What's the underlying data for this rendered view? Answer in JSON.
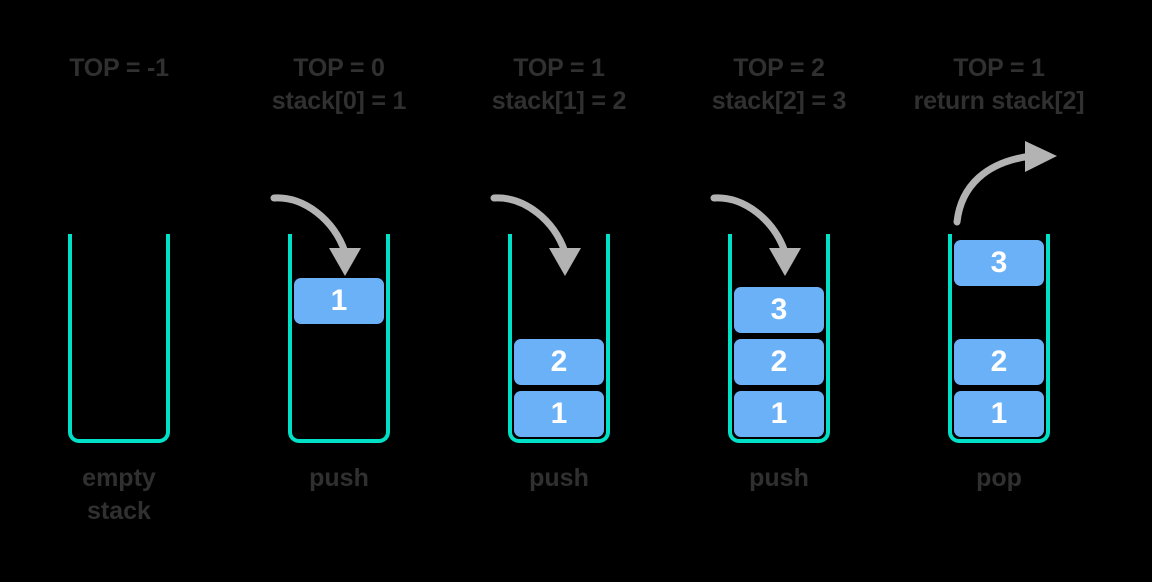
{
  "diagram": {
    "title": "Stack push and pop operations",
    "colors": {
      "background": "#000000",
      "vessel_stroke": "#00e0c6",
      "box_fill": "#6BB1F7",
      "box_text": "#ffffff",
      "label_text": "#303030",
      "arrow": "#b3b3b3"
    },
    "columns": [
      {
        "id": "empty-stack",
        "head_line1": "TOP = -1",
        "head_line2": "",
        "caption_line1": "empty",
        "caption_line2": "stack",
        "boxes": [],
        "arrow": "none"
      },
      {
        "id": "push-1",
        "head_line1": "TOP = 0",
        "head_line2": "stack[0] = 1",
        "caption_line1": "push",
        "caption_line2": "",
        "boxes": [
          {
            "value": "1",
            "slot": "top-floating"
          }
        ],
        "arrow": "push-in"
      },
      {
        "id": "push-2",
        "head_line1": "TOP = 1",
        "head_line2": "stack[1] = 2",
        "caption_line1": "push",
        "caption_line2": "",
        "boxes": [
          {
            "value": "2",
            "slot": "1"
          },
          {
            "value": "1",
            "slot": "0"
          }
        ],
        "arrow": "push-in"
      },
      {
        "id": "push-3",
        "head_line1": "TOP = 2",
        "head_line2": "stack[2] = 3",
        "caption_line1": "push",
        "caption_line2": "",
        "boxes": [
          {
            "value": "3",
            "slot": "2"
          },
          {
            "value": "2",
            "slot": "1"
          },
          {
            "value": "1",
            "slot": "0"
          }
        ],
        "arrow": "push-in"
      },
      {
        "id": "pop",
        "head_line1": "TOP = 1",
        "head_line2": "return stack[2]",
        "caption_line1": "pop",
        "caption_line2": "",
        "boxes": [
          {
            "value": "3",
            "slot": "popped"
          },
          {
            "value": "2",
            "slot": "1"
          },
          {
            "value": "1",
            "slot": "0"
          }
        ],
        "arrow": "pop-out"
      }
    ]
  }
}
